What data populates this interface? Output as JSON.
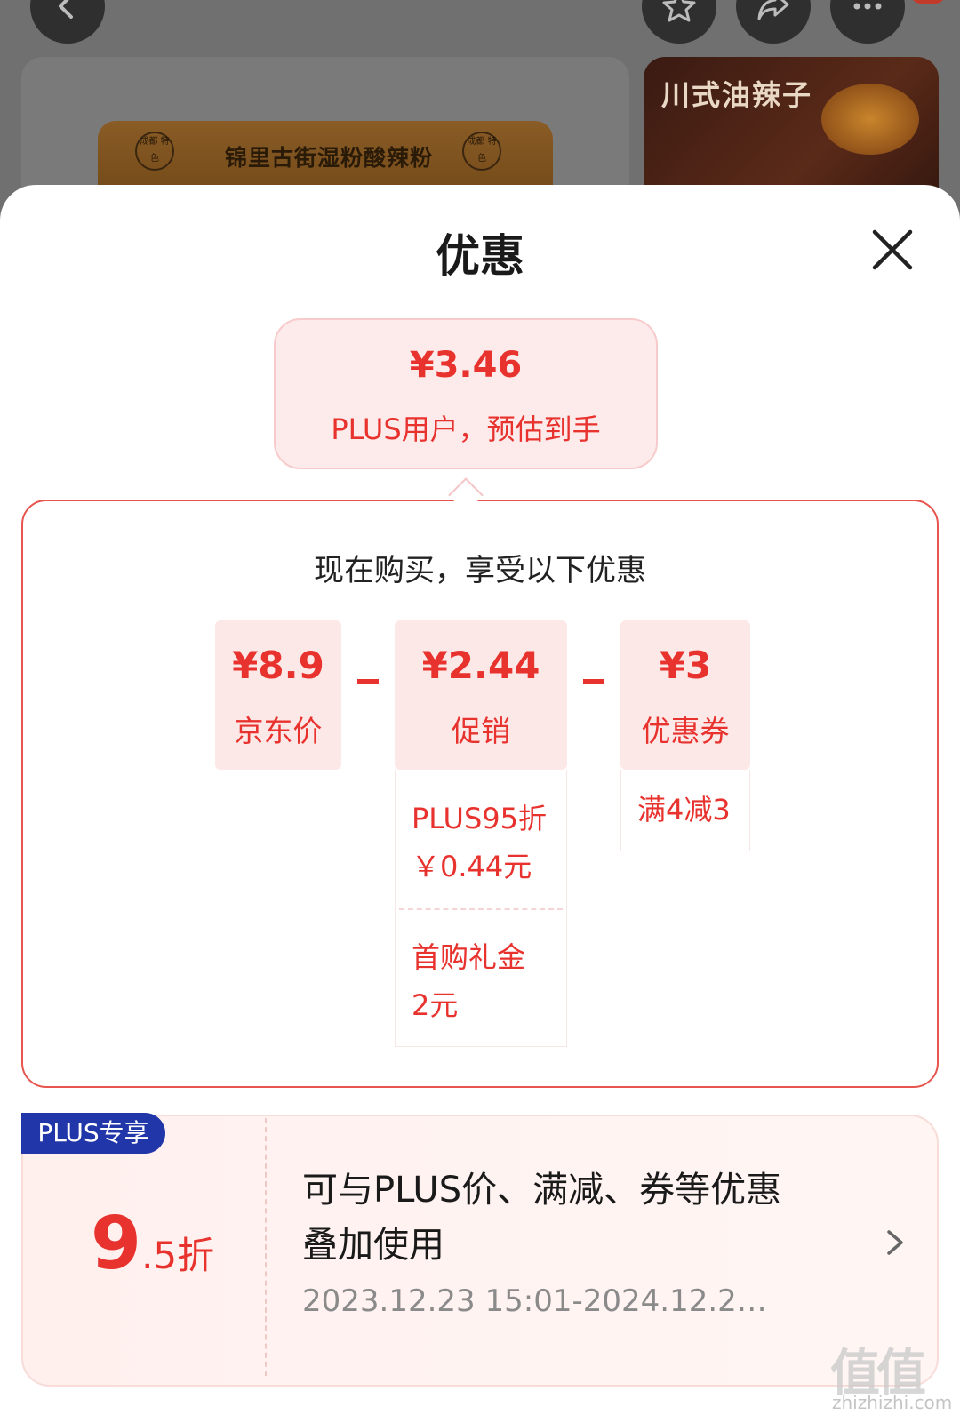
{
  "background": {
    "product_label": "锦里古街湿粉酸辣粉",
    "seal_text": "成都 特色",
    "thumb_title": "川式油辣子"
  },
  "sheet": {
    "title": "优惠"
  },
  "estimate": {
    "price": "¥3.46",
    "note": "PLUS用户，预估到手"
  },
  "breakdown": {
    "heading": "现在购买，享受以下优惠",
    "base": {
      "amount": "¥8.9",
      "label": "京东价"
    },
    "promo": {
      "amount": "¥2.44",
      "label": "促销",
      "items": [
        {
          "line1": "PLUS95折",
          "line2": "￥0.44元"
        },
        {
          "line1": "首购礼金",
          "line2": "2元"
        }
      ]
    },
    "coupon": {
      "amount": "¥3",
      "label": "优惠券",
      "items": [
        {
          "line1": "满4减3"
        }
      ]
    }
  },
  "plus_offer": {
    "badge": "PLUS专享",
    "rate_big": "9",
    "rate_small": ".5折",
    "description": "可与PLUS价、满减、券等优惠叠加使用",
    "validity": "2023.12.23 15:01-2024.12.21 1..."
  },
  "watermark": {
    "text": "值值值",
    "url": "zhizhizhi.com"
  },
  "colors": {
    "accent": "#e8322e",
    "plus_badge": "#2136a8",
    "card_bg": "#fde8e8"
  },
  "icons": [
    "back-icon",
    "favorite-star-icon",
    "share-icon",
    "more-icon",
    "close-icon",
    "chevron-right-icon"
  ]
}
